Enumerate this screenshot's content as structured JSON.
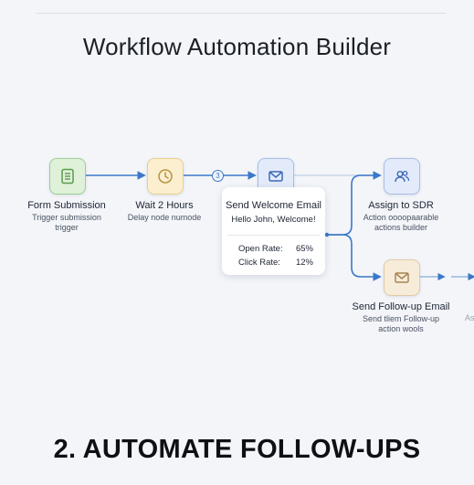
{
  "header": {
    "title": "Workflow Automation Builder"
  },
  "nodes": {
    "form": {
      "icon": "form-icon",
      "title": "Form Submission",
      "sub1": "Trigger submission",
      "sub2": "trigger"
    },
    "wait": {
      "icon": "clock-icon",
      "title": "Wait 2 Hours",
      "sub1": "Delay node numode"
    },
    "email": {
      "icon": "mail-icon",
      "title": "Send Welcome Email",
      "body": "Hello John, Welcome!",
      "open_label": "Open Rate:",
      "open_value": "65%",
      "click_label": "Click Rate:",
      "click_value": "12%"
    },
    "assign": {
      "icon": "users-icon",
      "title": "Assign to SDR",
      "sub1": "Action oooopaarable",
      "sub2": "actions builder"
    },
    "followup": {
      "icon": "envelope-icon",
      "title": "Send Follow-up Email",
      "sub1": "Send tliem Follow-up",
      "sub2": "action wools"
    }
  },
  "connector_step": "3",
  "partial_next": "As",
  "banner": {
    "text": "2. AUTOMATE FOLLOW-UPS"
  },
  "colors": {
    "edge": "#3b78c9",
    "green": "#5a9a4e",
    "yellow": "#b89443",
    "blue": "#3d69b8",
    "beige": "#a68452"
  }
}
